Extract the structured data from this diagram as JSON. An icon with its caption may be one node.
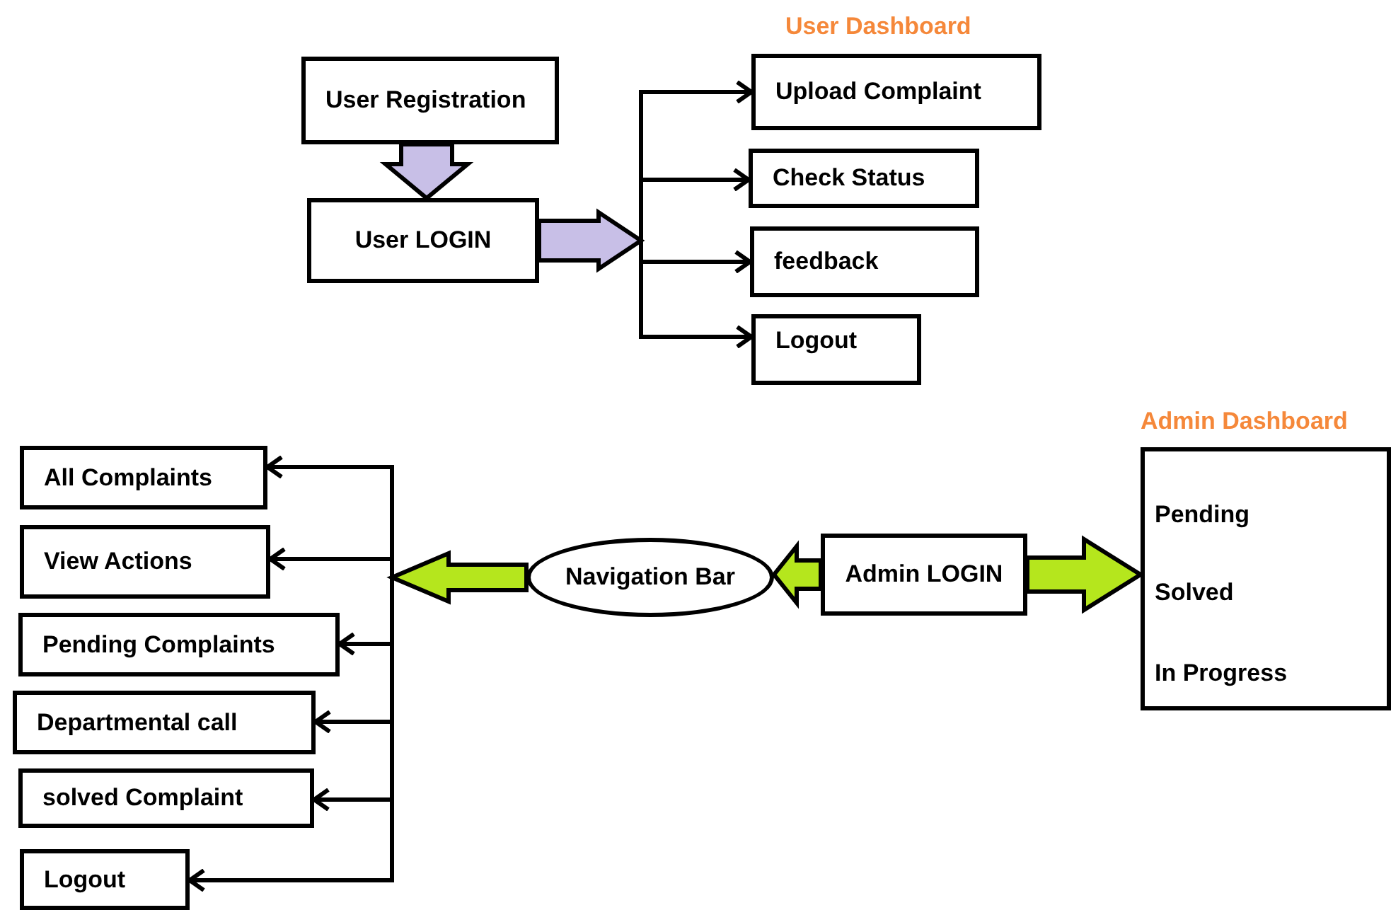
{
  "diagram": {
    "nodes": [
      {
        "text": [
          "User Registration"
        ]
      },
      {
        "text": [
          "User LOGIN"
        ]
      },
      {
        "text": [
          "Upload Complaint"
        ]
      },
      {
        "text": [
          "Check Status"
        ]
      },
      {
        "text": [
          "feedback"
        ]
      },
      {
        "text": [
          "Logout"
        ]
      },
      {
        "text": [
          "All Complaints"
        ]
      },
      {
        "text": [
          "View Actions"
        ]
      },
      {
        "text": [
          "Pending Complaints"
        ]
      },
      {
        "text": [
          "Departmental call"
        ]
      },
      {
        "text": [
          "solved Complaint"
        ]
      },
      {
        "text": [
          "Logout"
        ]
      },
      {
        "text": [
          "Navigation Bar"
        ]
      },
      {
        "text": [
          "Admin LOGIN"
        ]
      },
      {
        "text": [
          "Admin Dashboard",
          "Pending",
          "Solved",
          "In Progress"
        ]
      }
    ],
    "edges": [
      {
        "from": 0,
        "to": 1,
        "arrow": "to",
        "style": "thick",
        "color": "#c8bfe7"
      },
      {
        "from": 1,
        "to": 2,
        "arrow": "to"
      },
      {
        "from": 1,
        "to": 3,
        "arrow": "to"
      },
      {
        "from": 1,
        "to": 4,
        "arrow": "to"
      },
      {
        "from": 1,
        "to": 5,
        "arrow": "to"
      },
      {
        "from": 13,
        "to": 12,
        "arrow": "to",
        "style": "thick",
        "color": "#b5e61d"
      },
      {
        "from": 13,
        "to": 14,
        "arrow": "to",
        "style": "thick",
        "color": "#b5e61d"
      },
      {
        "from": 12,
        "to": 6,
        "arrow": "to"
      },
      {
        "from": 12,
        "to": 7,
        "arrow": "to"
      },
      {
        "from": 12,
        "to": 8,
        "arrow": "to"
      },
      {
        "from": 12,
        "to": 9,
        "arrow": "to"
      },
      {
        "from": 12,
        "to": 10,
        "arrow": "to"
      },
      {
        "from": 12,
        "to": 11,
        "arrow": "to"
      }
    ],
    "labels": [
      "User Dashboard"
    ]
  }
}
